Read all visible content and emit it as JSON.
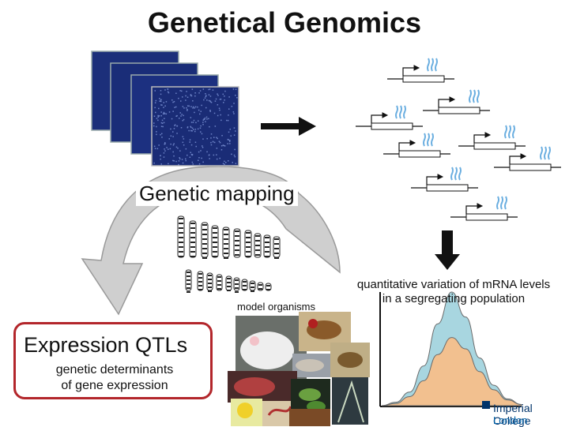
{
  "title": "Genetical Genomics",
  "labels": {
    "genetic_mapping": "Genetic mapping",
    "model_organisms": "model organisms",
    "variation_line1": "quantitative variation of mRNA levels",
    "variation_line2": "in a segregating population"
  },
  "eqtl_box": {
    "title": "Expression QTLs",
    "subtitle_line1": "genetic determinants",
    "subtitle_line2": "of gene expression"
  },
  "logo": {
    "line1": "Imperial College",
    "line2": "London"
  },
  "colors": {
    "title": "#111111",
    "eqtl_border": "#b3262b",
    "microarray": "#1c2f7a",
    "mrna": "#6aaee0",
    "distribution_blue": "#a8d6e0",
    "distribution_orange": "#f2c08f",
    "cycle_arrow": "#cfcfcf",
    "logo": "#00336a"
  },
  "icons": {
    "microarray_stack": "microarray-slides-icon",
    "right_arrow": "right-arrow-icon",
    "gene_diagrams": "gene-transcription-icon",
    "down_arrow": "down-arrow-icon",
    "chromosome_karyotype": "karyotype-icon",
    "organism_collage": "model-organisms-collage-icon"
  },
  "chart_data": {
    "type": "area",
    "series": [
      {
        "values": [
          0,
          0.03,
          0.12,
          0.35,
          0.72,
          1.0,
          0.78,
          0.42,
          0.18,
          0.06,
          0.01
        ]
      },
      {
        "values": [
          0,
          0.02,
          0.08,
          0.22,
          0.45,
          0.6,
          0.5,
          0.3,
          0.14,
          0.05,
          0.01
        ]
      }
    ]
  }
}
